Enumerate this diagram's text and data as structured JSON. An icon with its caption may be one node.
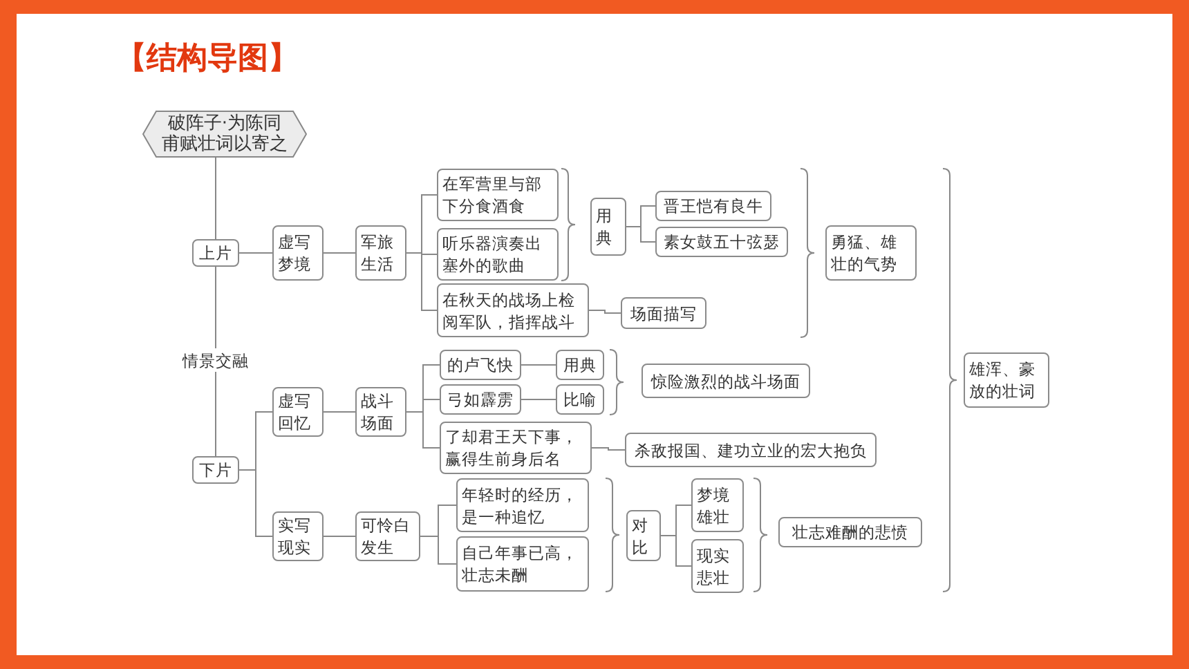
{
  "diagram": {
    "title": "【结构导图】",
    "nodes": [
      {
        "text": [
          "破阵子·为陈同甫赋壮词以寄之"
        ]
      },
      {
        "text": [
          "上片"
        ]
      },
      {
        "text": [
          "情景交融"
        ]
      },
      {
        "text": [
          "下片"
        ]
      },
      {
        "text": [
          "虚写梦境"
        ]
      },
      {
        "text": [
          "军旅生活"
        ]
      },
      {
        "text": [
          "在军营里与部下分食酒食"
        ]
      },
      {
        "text": [
          "听乐器演奏出塞外的歌曲"
        ]
      },
      {
        "text": [
          "在秋天的战场上检阅军队，指挥战斗"
        ]
      },
      {
        "text": [
          "用典"
        ]
      },
      {
        "text": [
          "晋王恺有良牛"
        ]
      },
      {
        "text": [
          "素女鼓五十弦瑟"
        ]
      },
      {
        "text": [
          "场面描写"
        ]
      },
      {
        "text": [
          "勇猛、雄壮的气势"
        ]
      },
      {
        "text": [
          "雄浑、豪放的壮词"
        ]
      },
      {
        "text": [
          "虚写回忆"
        ]
      },
      {
        "text": [
          "战斗场面"
        ]
      },
      {
        "text": [
          "的卢飞快"
        ]
      },
      {
        "text": [
          "弓如霹雳"
        ]
      },
      {
        "text": [
          "用典"
        ]
      },
      {
        "text": [
          "比喻"
        ]
      },
      {
        "text": [
          "惊险激烈的战斗场面"
        ]
      },
      {
        "text": [
          "了却君王天下事，赢得生前身后名"
        ]
      },
      {
        "text": [
          "杀敌报国、建功立业的宏大抱负"
        ]
      },
      {
        "text": [
          "实写现实"
        ]
      },
      {
        "text": [
          "可怜白发生"
        ]
      },
      {
        "text": [
          "年轻时的经历，是一种追忆"
        ]
      },
      {
        "text": [
          "自己年事已高，壮志未酬"
        ]
      },
      {
        "text": [
          "对比"
        ]
      },
      {
        "text": [
          "梦境雄壮"
        ]
      },
      {
        "text": [
          "现实悲壮"
        ]
      },
      {
        "text": [
          "壮志难酬的悲愤"
        ]
      }
    ],
    "edges": [
      {
        "from": 0,
        "to": 1,
        "arrow": "none"
      },
      {
        "from": 1,
        "to": 2,
        "arrow": "none"
      },
      {
        "from": 2,
        "to": 3,
        "arrow": "none"
      },
      {
        "from": 1,
        "to": 4,
        "arrow": "none"
      },
      {
        "from": 4,
        "to": 5,
        "arrow": "none"
      },
      {
        "from": 5,
        "to": 6,
        "arrow": "none"
      },
      {
        "from": 5,
        "to": 7,
        "arrow": "none"
      },
      {
        "from": 5,
        "to": 8,
        "arrow": "none"
      },
      {
        "from": 9,
        "to": 10,
        "arrow": "none"
      },
      {
        "from": 9,
        "to": 11,
        "arrow": "none"
      },
      {
        "from": 8,
        "to": 12,
        "arrow": "none"
      },
      {
        "from": 3,
        "to": 15,
        "arrow": "none"
      },
      {
        "from": 3,
        "to": 24,
        "arrow": "none"
      },
      {
        "from": 15,
        "to": 16,
        "arrow": "none"
      },
      {
        "from": 16,
        "to": 17,
        "arrow": "none"
      },
      {
        "from": 16,
        "to": 18,
        "arrow": "none"
      },
      {
        "from": 16,
        "to": 22,
        "arrow": "none"
      },
      {
        "from": 17,
        "to": 19,
        "arrow": "none"
      },
      {
        "from": 18,
        "to": 20,
        "arrow": "none"
      },
      {
        "from": 22,
        "to": 23,
        "arrow": "none"
      },
      {
        "from": 24,
        "to": 25,
        "arrow": "none"
      },
      {
        "from": 25,
        "to": 26,
        "arrow": "none"
      },
      {
        "from": 25,
        "to": 27,
        "arrow": "none"
      },
      {
        "from": 28,
        "to": 29,
        "arrow": "none"
      },
      {
        "from": 28,
        "to": 30,
        "arrow": "none"
      }
    ]
  }
}
